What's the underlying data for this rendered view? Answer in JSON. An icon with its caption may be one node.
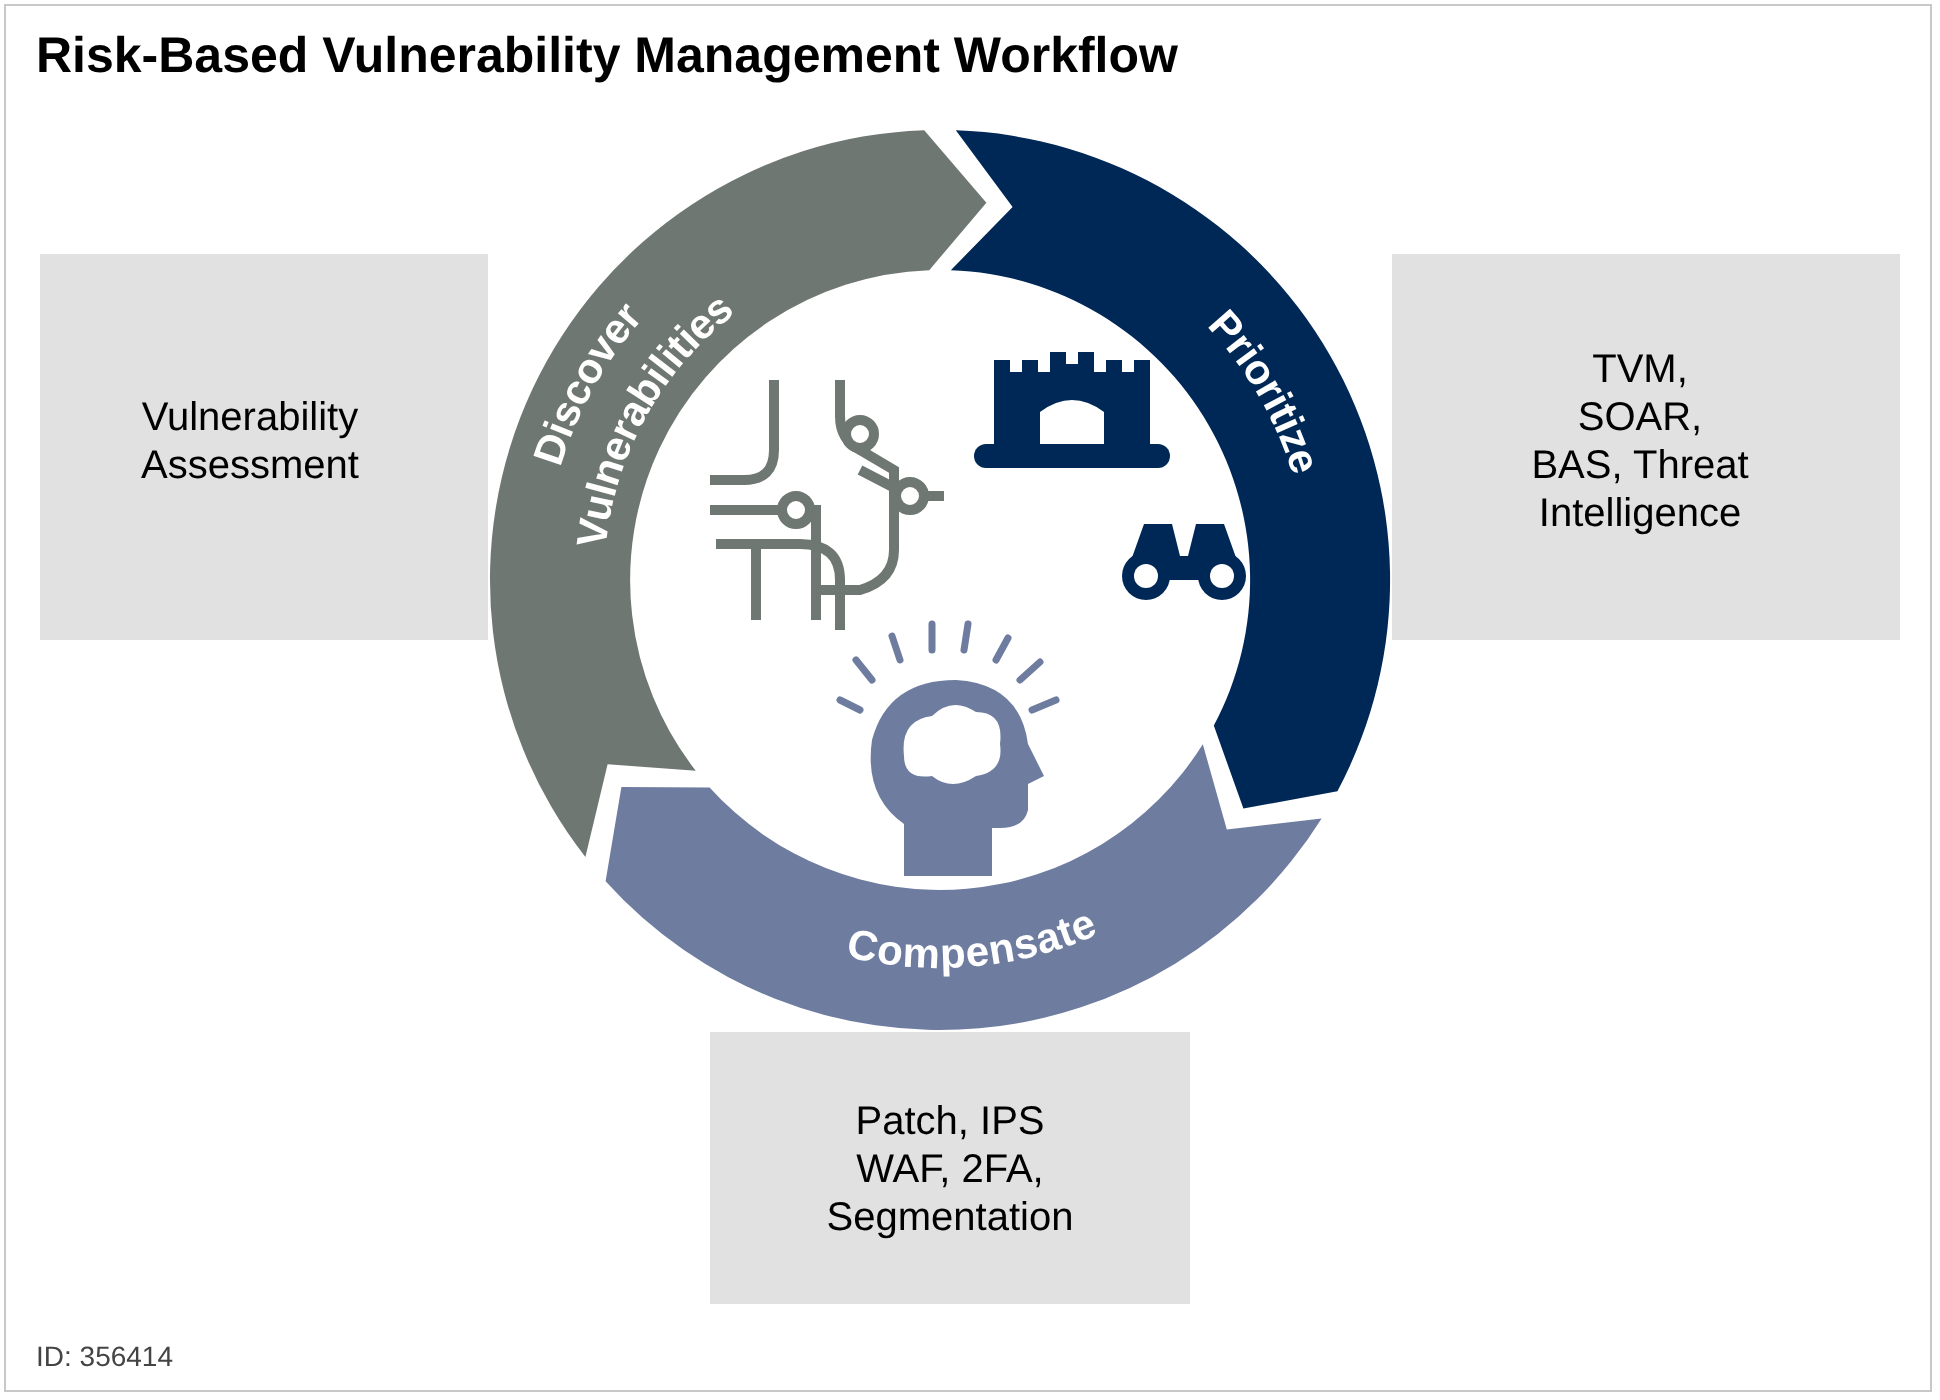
{
  "diagram": {
    "title": "Risk-Based Vulnerability Management Workflow",
    "nodes": [
      {
        "text": [
          "Vulnerability Assessment"
        ]
      },
      {
        "text": [
          "Discover Vulnerabilities"
        ]
      },
      {
        "text": [
          "Prioritize"
        ]
      },
      {
        "text": [
          "TVM, SOAR, BAS, Threat Intelligence"
        ]
      },
      {
        "text": [
          "Compensate"
        ]
      },
      {
        "text": [
          "Patch, IPS WAF, 2FA, Segmentation"
        ]
      }
    ],
    "labels": [
      "ID: 356414"
    ]
  }
}
